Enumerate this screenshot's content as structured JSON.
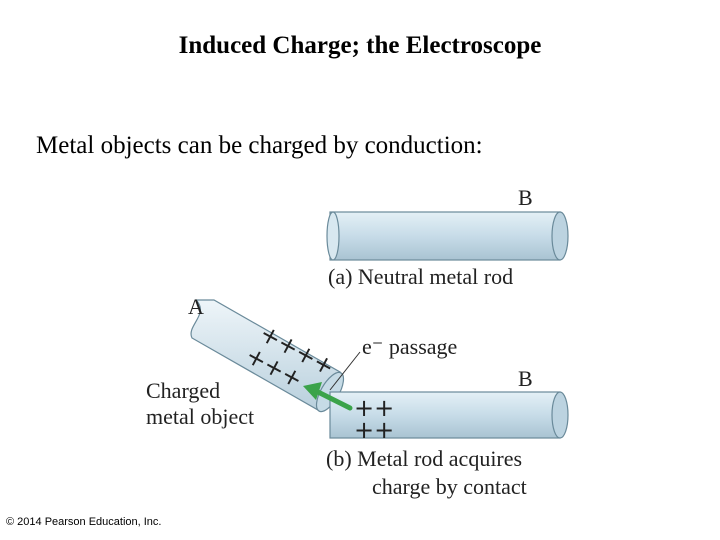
{
  "title": "Induced Charge; the Electroscope",
  "subtitle": "Metal objects can be charged by conduction:",
  "copyright": "© 2014 Pearson Education, Inc.",
  "diagram": {
    "label_b_top": "B",
    "caption_a": "(a) Neutral metal rod",
    "label_a": "A",
    "charge_rows_object": [
      "++++",
      "+++"
    ],
    "e_passage": "e⁻ passage",
    "label_b_bottom": "B",
    "charged_line1": "Charged",
    "charged_line2": "metal object",
    "charge_rows_rod": [
      "++",
      "++"
    ],
    "caption_b_line1": "(b) Metal rod acquires",
    "caption_b_line2": "charge by contact",
    "colors": {
      "rod_fill": "#cfe3ee",
      "rod_edge": "#6a8a9a",
      "arrow": "#3ba34a"
    }
  }
}
